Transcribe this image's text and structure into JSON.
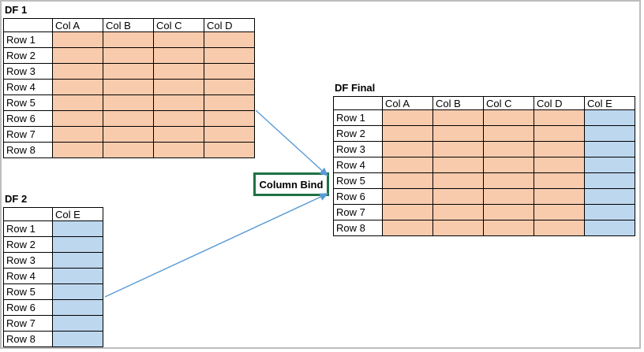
{
  "colors": {
    "orange_fill": "#F8CBAD",
    "blue_fill": "#BDD7EE",
    "table_border": "#000000",
    "arrow_blue": "#5B9BD5",
    "bind_box_green": "#1E7245",
    "frame_gray": "#BDBDBD"
  },
  "tables": {
    "df1": {
      "title": "DF 1",
      "columns": [
        {
          "label": "Col A",
          "fill": "orange_fill"
        },
        {
          "label": "Col B",
          "fill": "orange_fill"
        },
        {
          "label": "Col C",
          "fill": "orange_fill"
        },
        {
          "label": "Col D",
          "fill": "orange_fill"
        }
      ],
      "rows": [
        "Row 1",
        "Row 2",
        "Row 3",
        "Row 4",
        "Row 5",
        "Row 6",
        "Row 7",
        "Row 8"
      ]
    },
    "df2": {
      "title": "DF 2",
      "columns": [
        {
          "label": "Col E",
          "fill": "blue_fill"
        }
      ],
      "rows": [
        "Row 1",
        "Row 2",
        "Row 3",
        "Row 4",
        "Row 5",
        "Row 6",
        "Row 7",
        "Row 8"
      ]
    },
    "df_final": {
      "title": "DF Final",
      "columns": [
        {
          "label": "Col A",
          "fill": "orange_fill"
        },
        {
          "label": "Col B",
          "fill": "orange_fill"
        },
        {
          "label": "Col C",
          "fill": "orange_fill"
        },
        {
          "label": "Col D",
          "fill": "orange_fill"
        },
        {
          "label": "Col E",
          "fill": "blue_fill"
        }
      ],
      "rows": [
        "Row 1",
        "Row 2",
        "Row 3",
        "Row 4",
        "Row 5",
        "Row 6",
        "Row 7",
        "Row 8"
      ]
    }
  },
  "bind": {
    "label": "Column Bind"
  }
}
